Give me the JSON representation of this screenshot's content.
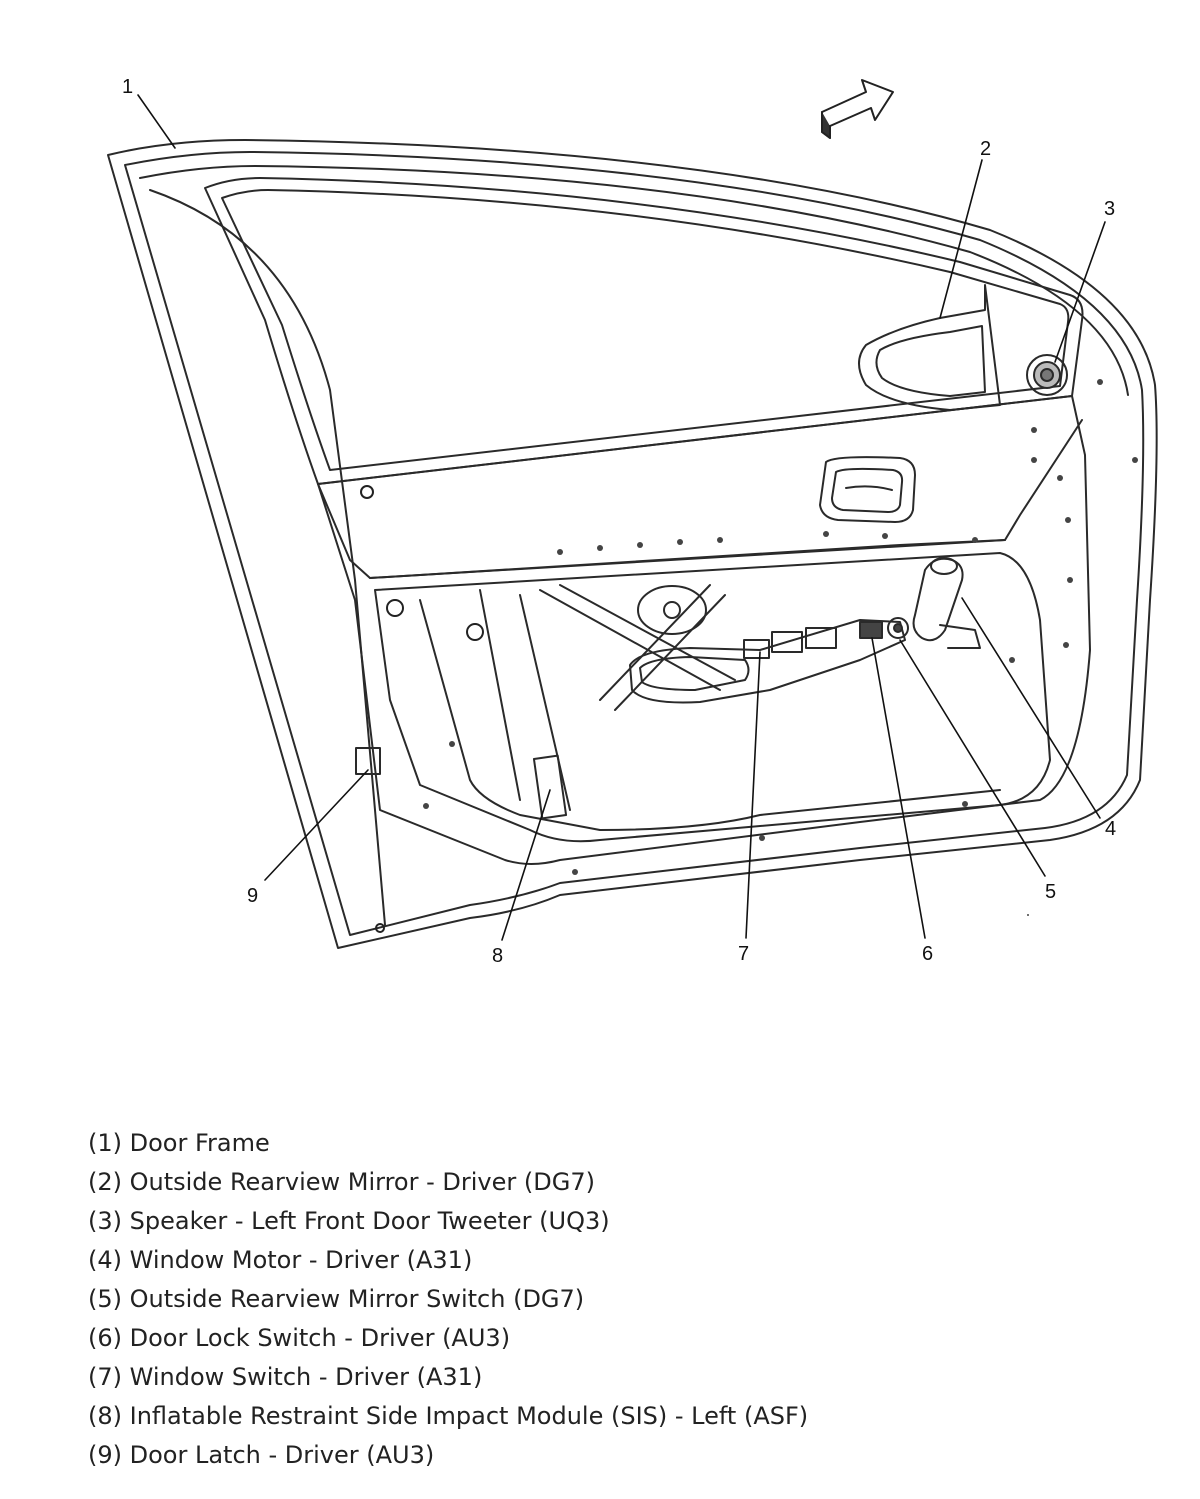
{
  "callouts": {
    "c1": "1",
    "c2": "2",
    "c3": "3",
    "c4": "4",
    "c5": "5",
    "c6": "6",
    "c7": "7",
    "c8": "8",
    "c9": "9"
  },
  "legend": [
    "(1) Door Frame",
    "(2) Outside Rearview Mirror - Driver (DG7)",
    "(3) Speaker - Left Front Door Tweeter (UQ3)",
    "(4) Window Motor - Driver (A31)",
    "(5) Outside Rearview Mirror Switch (DG7)",
    "(6) Door Lock Switch - Driver (AU3)",
    "(7) Window Switch - Driver (A31)",
    "(8) Inflatable Restraint Side Impact Module (SIS) - Left (ASF)",
    "(9) Door Latch - Driver (AU3)"
  ],
  "icons": {
    "direction": "forward-arrow-icon"
  }
}
